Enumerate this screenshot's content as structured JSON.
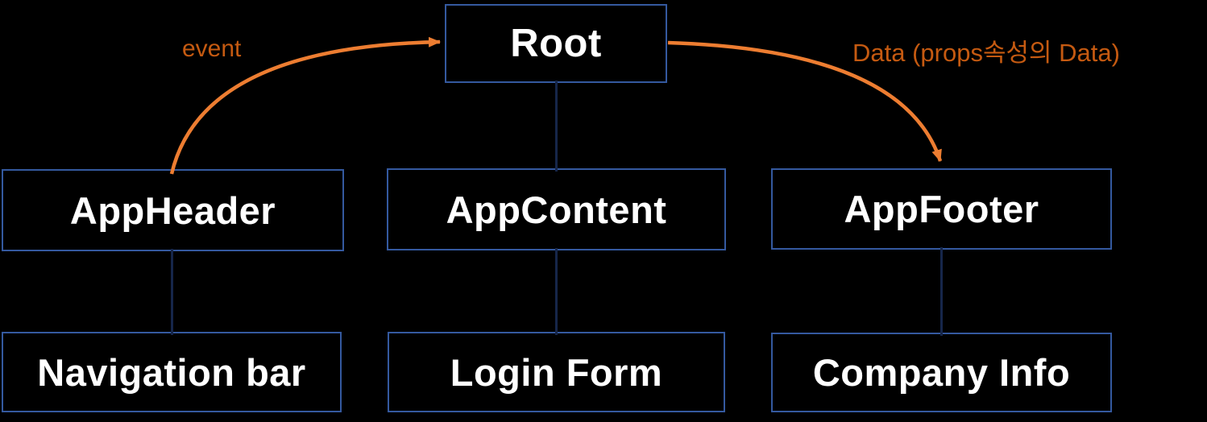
{
  "diagram": {
    "title_hint": "component tree diagram",
    "nodes": [
      {
        "id": "root",
        "label": "Root",
        "row": "top"
      },
      {
        "id": "app-header",
        "label": "AppHeader",
        "row": "middle"
      },
      {
        "id": "app-content",
        "label": "AppContent",
        "row": "middle"
      },
      {
        "id": "app-footer",
        "label": "AppFooter",
        "row": "middle"
      },
      {
        "id": "navigation-bar",
        "label": "Navigation bar",
        "row": "bottom"
      },
      {
        "id": "login-form",
        "label": "Login Form",
        "row": "bottom"
      },
      {
        "id": "company-info",
        "label": "Company Info",
        "row": "bottom"
      }
    ],
    "edges": [
      {
        "id": "event-arrow",
        "label": "event",
        "from": "app-header",
        "to": "root"
      },
      {
        "id": "data-arrow",
        "label": "Data (props속성의 Data)",
        "from": "root",
        "to": "app-footer"
      }
    ],
    "connectors": [
      {
        "from": "root",
        "to": "app-content"
      },
      {
        "from": "app-header",
        "to": "navigation-bar"
      },
      {
        "from": "app-content",
        "to": "login-form"
      },
      {
        "from": "app-footer",
        "to": "company-info"
      }
    ],
    "colors": {
      "background": "#000000",
      "box_border": "#34599f",
      "box_fill": "#000000",
      "box_text": "#ffffff",
      "arrow": "#ed7d31",
      "arrow_label": "#c55a11",
      "connector": "#16264a"
    }
  }
}
